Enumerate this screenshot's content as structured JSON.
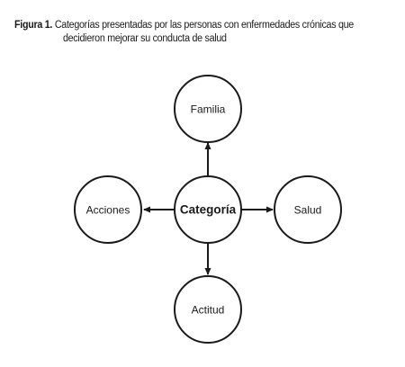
{
  "caption": {
    "label": "Figura 1.",
    "line1": "Categorías presentadas por las personas con enfermedades crónicas que",
    "line2": "decidieron mejorar su conducta de salud"
  },
  "diagram": {
    "center": "Categoría",
    "top": "Familia",
    "left": "Acciones",
    "right": "Salud",
    "bottom": "Actitud"
  },
  "colors": {
    "stroke": "#1a1a1a",
    "text": "#1a1a1a",
    "background": "#ffffff"
  }
}
